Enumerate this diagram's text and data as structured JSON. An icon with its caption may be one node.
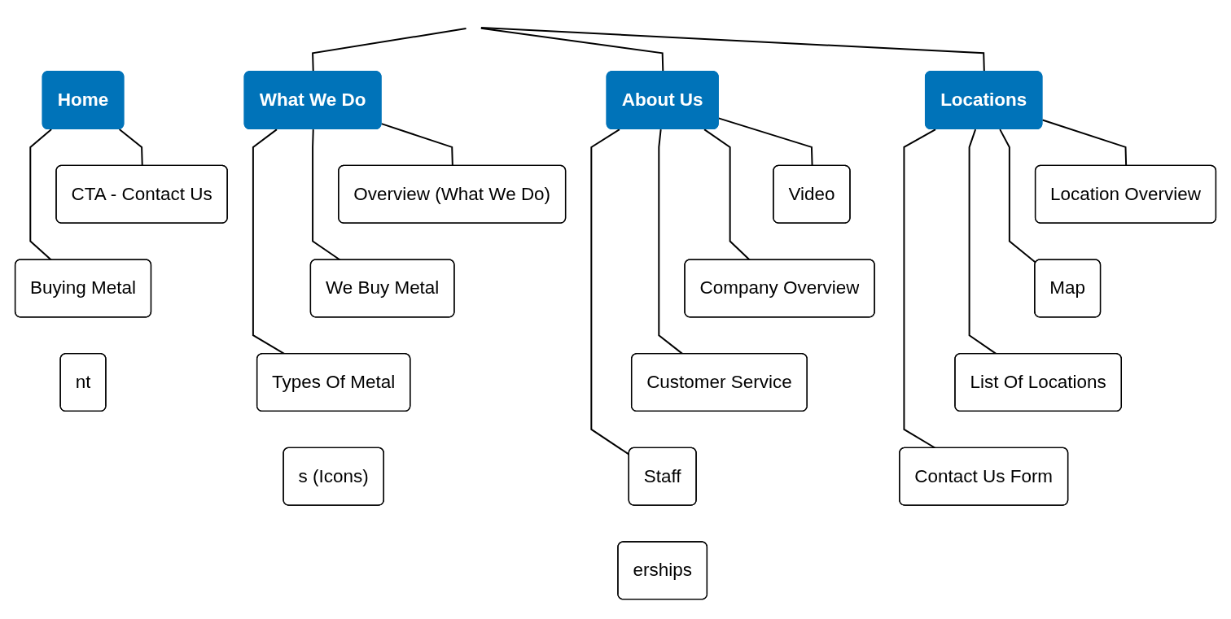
{
  "diagram": {
    "nodes": [
      {
        "text": [
          "Home"
        ]
      },
      {
        "text": [
          "CTA - Contact Us"
        ]
      },
      {
        "text": [
          "Buying Metal"
        ]
      },
      {
        "text": [
          "nt"
        ]
      },
      {
        "text": [
          "What We Do"
        ]
      },
      {
        "text": [
          "Overview (What We Do)"
        ]
      },
      {
        "text": [
          "We Buy Metal"
        ]
      },
      {
        "text": [
          "Types Of Metal"
        ]
      },
      {
        "text": [
          "s (Icons)"
        ]
      },
      {
        "text": [
          "About Us"
        ]
      },
      {
        "text": [
          "Video"
        ]
      },
      {
        "text": [
          "Company Overview"
        ]
      },
      {
        "text": [
          "Customer Service"
        ]
      },
      {
        "text": [
          "Staff"
        ]
      },
      {
        "text": [
          "erships"
        ]
      },
      {
        "text": [
          "Locations"
        ]
      },
      {
        "text": [
          "Location Overview"
        ]
      },
      {
        "text": [
          "Map"
        ]
      },
      {
        "text": [
          "List Of Locations"
        ]
      },
      {
        "text": [
          "Contact Us Form"
        ]
      }
    ],
    "edges": [
      {
        "from": null,
        "to": 4,
        "arrow": "none"
      },
      {
        "from": null,
        "to": 9,
        "arrow": "none"
      },
      {
        "from": null,
        "to": 15,
        "arrow": "none"
      },
      {
        "from": 0,
        "to": 1,
        "arrow": "none"
      },
      {
        "from": 0,
        "to": 2,
        "arrow": "none"
      },
      {
        "from": 4,
        "to": 5,
        "arrow": "none"
      },
      {
        "from": 4,
        "to": 6,
        "arrow": "none"
      },
      {
        "from": 4,
        "to": 7,
        "arrow": "none"
      },
      {
        "from": 9,
        "to": 10,
        "arrow": "none"
      },
      {
        "from": 9,
        "to": 11,
        "arrow": "none"
      },
      {
        "from": 9,
        "to": 12,
        "arrow": "none"
      },
      {
        "from": 9,
        "to": 13,
        "arrow": "none"
      },
      {
        "from": 15,
        "to": 16,
        "arrow": "none"
      },
      {
        "from": 15,
        "to": 17,
        "arrow": "none"
      },
      {
        "from": 15,
        "to": 18,
        "arrow": "none"
      },
      {
        "from": 15,
        "to": 19,
        "arrow": "none"
      }
    ]
  }
}
